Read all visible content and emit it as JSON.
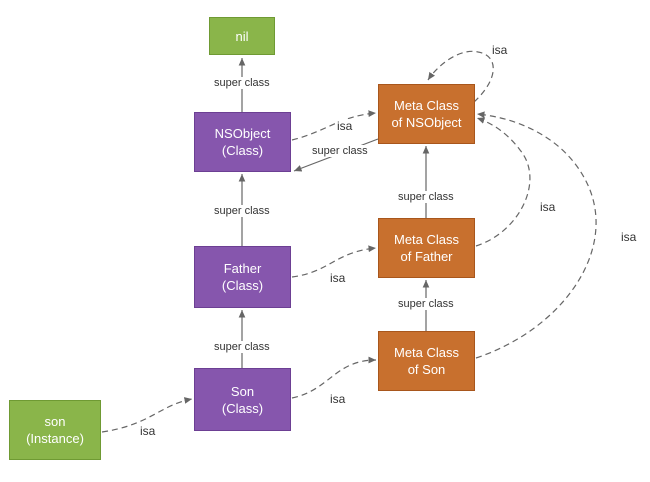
{
  "nodes": {
    "nil": {
      "line1": "nil",
      "color": "#8ab54a"
    },
    "nsobject_class": {
      "line1": "NSObject",
      "line2": "(Class)",
      "color": "#8656ad"
    },
    "father_class": {
      "line1": "Father",
      "line2": "(Class)",
      "color": "#8656ad"
    },
    "son_class": {
      "line1": "Son",
      "line2": "(Class)",
      "color": "#8656ad"
    },
    "son_instance": {
      "line1": "son",
      "line2": "(Instance)",
      "color": "#8ab54a"
    },
    "meta_nsobject": {
      "line1": "Meta Class",
      "line2": "of NSObject",
      "color": "#c8702e"
    },
    "meta_father": {
      "line1": "Meta Class",
      "line2": "of Father",
      "color": "#c8702e"
    },
    "meta_son": {
      "line1": "Meta Class",
      "line2": "of Son",
      "color": "#c8702e"
    }
  },
  "edge_labels": {
    "nsobject_to_nil": "super class",
    "father_to_nsobject": "super class",
    "son_to_father": "super class",
    "metansobject_to_nsobject": "super class",
    "metafather_to_metansobject": "super class",
    "metason_to_metafather": "super class",
    "instance_isa": "isa",
    "son_isa": "isa",
    "father_isa": "isa",
    "nsobject_isa": "isa",
    "metansobject_self_isa": "isa",
    "metafather_isa": "isa",
    "metason_isa": "isa"
  }
}
